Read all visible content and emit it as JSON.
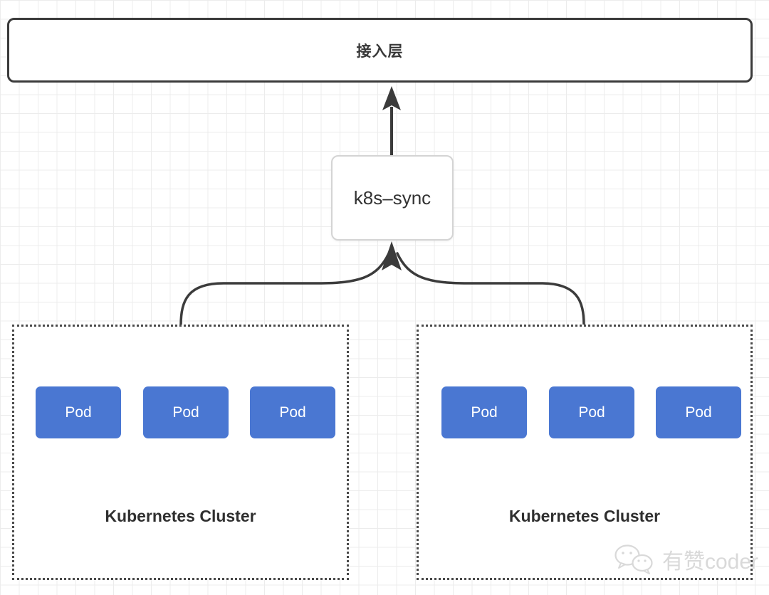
{
  "diagram": {
    "access_layer": {
      "label": "接入层"
    },
    "sync_node": {
      "label": "k8s–sync"
    },
    "clusters": [
      {
        "label": "Kubernetes Cluster",
        "pods": [
          "Pod",
          "Pod",
          "Pod"
        ]
      },
      {
        "label": "Kubernetes Cluster",
        "pods": [
          "Pod",
          "Pod",
          "Pod"
        ]
      }
    ]
  },
  "watermark": {
    "text": "有赞coder",
    "icon": "wechat-icon"
  },
  "colors": {
    "pod_blue": "#4A77D2",
    "line_dark": "#3B3B3B",
    "box_border_light": "#D4D4D4",
    "dotted_border": "#4A4A4A",
    "grid_line": "#ECECEC",
    "watermark_gray": "#D9D9D9"
  }
}
